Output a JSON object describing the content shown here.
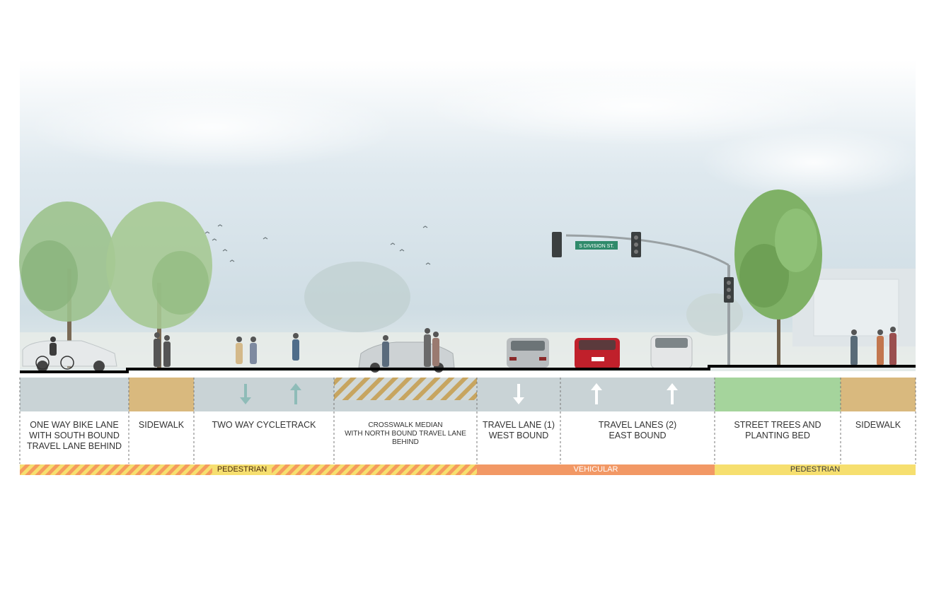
{
  "street_sign": "S DIVISION ST.",
  "colors": {
    "sky_top": "#ffffff",
    "sky_mid": "#cfdfe8",
    "ground_haze": "#e7ecea",
    "lane_gray": "#c9d3d6",
    "sidewalk_tan": "#d9b97e",
    "planting_green": "#a5d49c",
    "arrow_teal": "#8fbcb8",
    "pedestrian_yellow": "#f6df6f",
    "pedestrian_hatch": "#f59b5e",
    "vehicular_orange": "#f29865",
    "median_hatch": "#c7a560"
  },
  "sections": [
    {
      "label": "ONE WAY BIKE LANE\nWITH SOUTH BOUND\nTRAVEL LANE BEHIND",
      "fill": "gray"
    },
    {
      "label": "SIDEWALK",
      "fill": "tan"
    },
    {
      "label": "TWO WAY CYCLETRACK",
      "fill": "gray",
      "arrows": [
        "down",
        "up"
      ]
    },
    {
      "label": "CROSSWALK MEDIAN\nWITH NORTH BOUND TRAVEL LANE\nBEHIND",
      "fill": "hatch"
    },
    {
      "label": "TRAVEL LANE (1)\nWEST BOUND",
      "fill": "gray",
      "arrows": [
        "down"
      ]
    },
    {
      "label": "TRAVEL LANES (2)\nEAST BOUND",
      "fill": "gray",
      "arrows": [
        "up",
        "up"
      ]
    },
    {
      "label": "STREET TREES AND\nPLANTING BED",
      "fill": "green"
    },
    {
      "label": "SIDEWALK",
      "fill": "tan"
    }
  ],
  "zones": [
    {
      "label": "PEDESTRIAN",
      "style": "hatched"
    },
    {
      "label": "VEHICULAR",
      "style": "solid-orange"
    },
    {
      "label": "PEDESTRIAN",
      "style": "solid-yellow"
    }
  ]
}
